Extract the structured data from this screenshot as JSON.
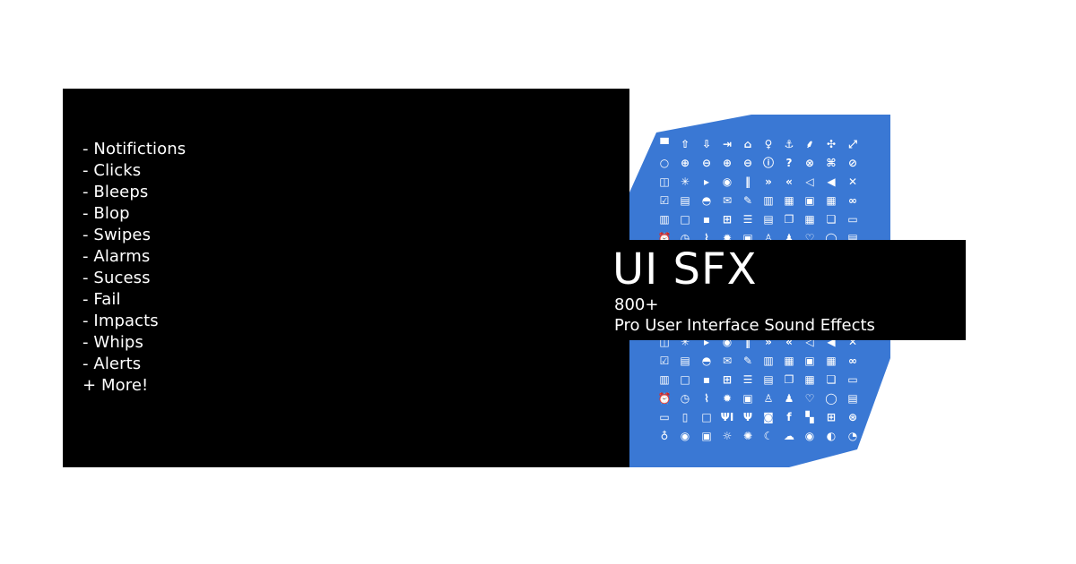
{
  "features": {
    "items": [
      "- Notifictions",
      "- Clicks",
      "- Bleeps",
      "- Blop",
      "- Swipes",
      "- Alarms",
      "- Sucess",
      "- Fail",
      "- Impacts",
      "- Whips",
      "- Alerts",
      "+ More!"
    ]
  },
  "banner": {
    "title": "UI SFX",
    "count": "800+",
    "subtitle": "Pro User Interface Sound Effects"
  },
  "colors": {
    "accent_blue": "#3a78d4",
    "panel": "#000000",
    "text": "#ffffff",
    "background": "#ffffff"
  },
  "icon_grid": {
    "rows_top": [
      [
        "inbox-icon",
        "upload-icon",
        "download-icon",
        "login-icon",
        "home-icon",
        "lightbulb-icon",
        "anchor-icon",
        "feather-icon",
        "shrink-icon",
        "expand-icon"
      ],
      [
        "search-icon",
        "zoom-in-icon",
        "zoom-out-icon",
        "plus-circle-icon",
        "minus-circle-icon",
        "alert-circle-icon",
        "help-circle-icon",
        "close-circle-icon",
        "command-icon",
        "block-icon"
      ],
      [
        "book-icon",
        "loading-icon",
        "play-circle-icon",
        "stop-circle-icon",
        "pause-circle-icon",
        "forward-circle-icon",
        "rewind-circle-icon",
        "volume-low-icon",
        "volume-high-icon",
        "mute-icon"
      ],
      [
        "checkbox-icon",
        "printer-icon",
        "tray-icon",
        "mail-icon",
        "edit-icon",
        "news-icon",
        "notebook-icon",
        "clipboard-icon",
        "calendar-icon",
        "link-icon"
      ],
      [
        "trash-icon",
        "bin-icon",
        "apps-icon",
        "grid-icon",
        "list-icon",
        "table-icon",
        "window-icon",
        "calculator-icon",
        "stack-icon",
        "browser-icon"
      ]
    ],
    "rows_bottom": [
      [
        "book-icon",
        "loading-icon",
        "play-circle-icon",
        "stop-circle-icon",
        "pause-circle-icon",
        "forward-circle-icon",
        "rewind-circle-icon",
        "volume-low-icon",
        "volume-high-icon",
        "mute-icon"
      ],
      [
        "checkbox-icon",
        "printer-icon",
        "tray-icon",
        "mail-icon",
        "edit-icon",
        "news-icon",
        "notebook-icon",
        "clipboard-icon",
        "calendar-icon",
        "link-icon"
      ],
      [
        "trash-icon",
        "bin-icon",
        "apps-icon",
        "grid-icon",
        "list-icon",
        "table-icon",
        "window-icon",
        "calculator-icon",
        "stack-icon",
        "browser-icon"
      ],
      [
        "alarm-icon",
        "clock-icon",
        "paperclip-icon",
        "gear-icon",
        "briefcase-icon",
        "user-icon",
        "users-icon",
        "heart-icon",
        "chat-icon",
        "message-icon"
      ],
      [
        "monitor-icon",
        "tablet-icon",
        "laptop-icon",
        "restaurant-icon",
        "fork-knife-icon",
        "instagram-icon",
        "facebook-icon",
        "checker-icon",
        "focus-icon",
        "dribbble-icon"
      ],
      [
        "pin-icon",
        "location-icon",
        "camera-icon",
        "sun-icon",
        "brightness-icon",
        "moon-icon",
        "cloud-icon",
        "record-icon",
        "contrast-icon",
        "compass-icon"
      ]
    ]
  }
}
